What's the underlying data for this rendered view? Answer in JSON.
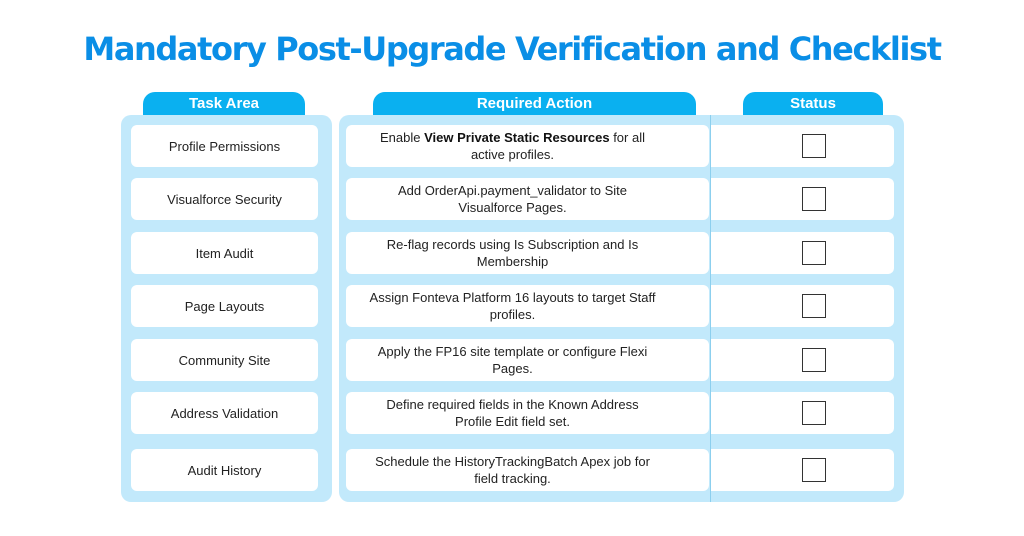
{
  "title": "Mandatory Post-Upgrade Verification and Checklist",
  "headers": {
    "task": "Task Area",
    "action": "Required Action",
    "status": "Status"
  },
  "rows": [
    {
      "task": "Profile Permissions",
      "action_pre": "Enable ",
      "action_bold": "View Private Static Resources",
      "action_post": " for all active profiles."
    },
    {
      "task": "Visualforce Security",
      "action_pre": "Add OrderApi.payment_validator to Site Visualforce Pages.",
      "action_bold": "",
      "action_post": ""
    },
    {
      "task": "Item Audit",
      "action_pre": "Re-flag records using Is Subscription and Is Membership",
      "action_bold": "",
      "action_post": ""
    },
    {
      "task": "Page Layouts",
      "action_pre": "Assign Fonteva Platform 16 layouts to target Staff profiles.",
      "action_bold": "",
      "action_post": ""
    },
    {
      "task": "Community Site",
      "action_pre": "Apply the FP16 site template or configure Flexi Pages.",
      "action_bold": "",
      "action_post": ""
    },
    {
      "task": "Address Validation",
      "action_pre": "Define required fields in the Known Address Profile Edit field set.",
      "action_bold": "",
      "action_post": ""
    },
    {
      "task": "Audit History",
      "action_pre": "Schedule the HistoryTrackingBatch Apex job for field tracking.",
      "action_bold": "",
      "action_post": ""
    }
  ]
}
